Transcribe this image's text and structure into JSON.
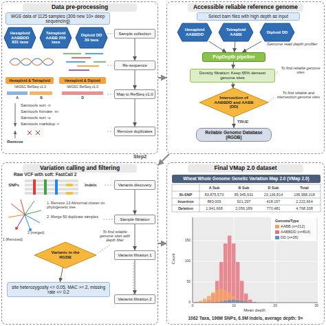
{
  "diagram": {
    "nodes": [
      {
        "text": [
          "Data pre-processing"
        ]
      },
      {
        "text": [
          "WGS data of 1125 samples (306 new 10× deep sequencing)"
        ],
        "in": 0
      },
      {
        "text": [
          "Hexaploid AABBDD 831 taxa"
        ],
        "in": 0
      },
      {
        "text": [
          "Tetraploid AABB 255 taxa"
        ],
        "in": 0
      },
      {
        "text": [
          "Diploid DD 39 taxa"
        ],
        "in": 0
      },
      {
        "text": [
          "Sample collection"
        ],
        "in": 0
      },
      {
        "text": [
          "Re-sequence"
        ],
        "in": 0
      },
      {
        "text": [
          "Map to RefSeq v1.0"
        ],
        "in": 0
      },
      {
        "text": [
          "Remove duplicates"
        ],
        "in": 0
      },
      {
        "text": [
          "Hexaploid & Tetraploid"
        ],
        "in": 0
      },
      {
        "text": [
          "Hexaploid & Diploid"
        ],
        "in": 0
      },
      {
        "text": [
          "Accessible reliable reference genome"
        ]
      },
      {
        "text": [
          "Select bam files with high depth as input"
        ],
        "in": 11
      },
      {
        "text": [
          "Hexaploid AABBDD"
        ],
        "in": 11
      },
      {
        "text": [
          "Tetraploid AABB"
        ],
        "in": 11
      },
      {
        "text": [
          "Diploid DD"
        ],
        "in": 11
      },
      {
        "text": [
          "PopDepth pipeline"
        ],
        "in": 11
      },
      {
        "text": [
          "Density filtration: Keep 65% densest genome sites"
        ],
        "in": 11
      },
      {
        "text": [
          "Intersection of AABBDD and AABB (DD)"
        ],
        "in": 11
      },
      {
        "text": [
          "Reliable Genome Database (RGDB)"
        ],
        "in": 11
      },
      {
        "text": [
          "Variation calling and filtering"
        ]
      },
      {
        "text": [
          "Variants discovery"
        ],
        "in": 20
      },
      {
        "text": [
          "Sample filtration"
        ],
        "in": 20
      },
      {
        "text": [
          "Variants filtration 1"
        ],
        "in": 20
      },
      {
        "text": [
          "Variants filtration 2"
        ],
        "in": 20
      },
      {
        "text": [
          "Variants in the RGDB"
        ],
        "in": 20
      },
      {
        "text": [
          "site heterozygosity <= 0.05, MAC >= 2, missing rate <= 0.2"
        ],
        "in": 20
      },
      {
        "text": [
          "Final VMap 2.0 dataset"
        ]
      },
      {
        "text": [
          "Wheat Whole Genome Genetic Variation Map 2.0 (VMap 2.0)"
        ],
        "in": 27
      }
    ],
    "edges": [
      {
        "from": 5,
        "to": 6,
        "arrow": "to"
      },
      {
        "from": 6,
        "to": 7,
        "arrow": "to"
      },
      {
        "from": 7,
        "to": 8,
        "arrow": "to"
      },
      {
        "from": 13,
        "to": 16,
        "arrow": "to"
      },
      {
        "from": 14,
        "to": 16,
        "arrow": "to"
      },
      {
        "from": 15,
        "to": 16,
        "arrow": "to"
      },
      {
        "from": 16,
        "to": 17,
        "arrow": "to"
      },
      {
        "from": 17,
        "to": 18,
        "arrow": "to"
      },
      {
        "from": 18,
        "to": 19,
        "label": "TRUE",
        "arrow": "to"
      },
      {
        "from": 21,
        "to": 22,
        "arrow": "to"
      },
      {
        "from": 22,
        "to": 23,
        "arrow": "to"
      },
      {
        "from": 23,
        "to": 24,
        "arrow": "to"
      },
      {
        "from": 25,
        "to": 26,
        "arrow": "to"
      },
      {
        "from": 0,
        "to": 11,
        "arrow": "to"
      },
      {
        "from": 11,
        "to": 20,
        "label": "Step2",
        "arrow": "to"
      },
      {
        "from": 20,
        "to": 27,
        "arrow": "to"
      }
    ],
    "labels": [
      "IWGSC RefSeq v1.0",
      "A",
      "B",
      "IWGSC RefSeq v1.0",
      "D",
      "Samtools sort -n",
      "Samtools fixmate -m",
      "Samtools sort -o",
      "Samtools markdup -r",
      "Remove",
      "Genome read depth profiler",
      "To find reliable genome sites",
      "To find reliable and intersection genome sites",
      "Raw VCF with soft: FastCall 2",
      "SNPs",
      "Indels",
      "1. Remove 13 Abnormal cluster on phylogenetic tree",
      "2. Merge 50 duplicate samples",
      "2 (merged)",
      "1 (Removed)",
      "To find reliable genome sites with depth filter",
      "A Sub",
      "B Sub",
      "D Sub",
      "Total",
      "Bi-SNP",
      "83,875,573",
      "85,945,931",
      "23,136,814",
      "195,958,318",
      "Insertion",
      "883,009",
      "921,297",
      "418,157",
      "2,222,664",
      "Deletion",
      "1,941,668",
      "2,056,189",
      "770,481",
      "4,768,338",
      "Count",
      "Mean depth",
      "GenomeType",
      "0",
      "50",
      "100",
      "150",
      "0",
      "10",
      "20",
      "30"
    ],
    "caption": "1062 Taxa, 196M SNPs, 6.9M Indels, average depth: 9×",
    "legend": [
      {
        "text": "AABB (n=212)",
        "color": "#f4a261"
      },
      {
        "text": "AABBDD (n=814)",
        "color": "#e76f7a"
      },
      {
        "text": "DD (n=36)",
        "color": "#5b8fd6"
      }
    ]
  }
}
